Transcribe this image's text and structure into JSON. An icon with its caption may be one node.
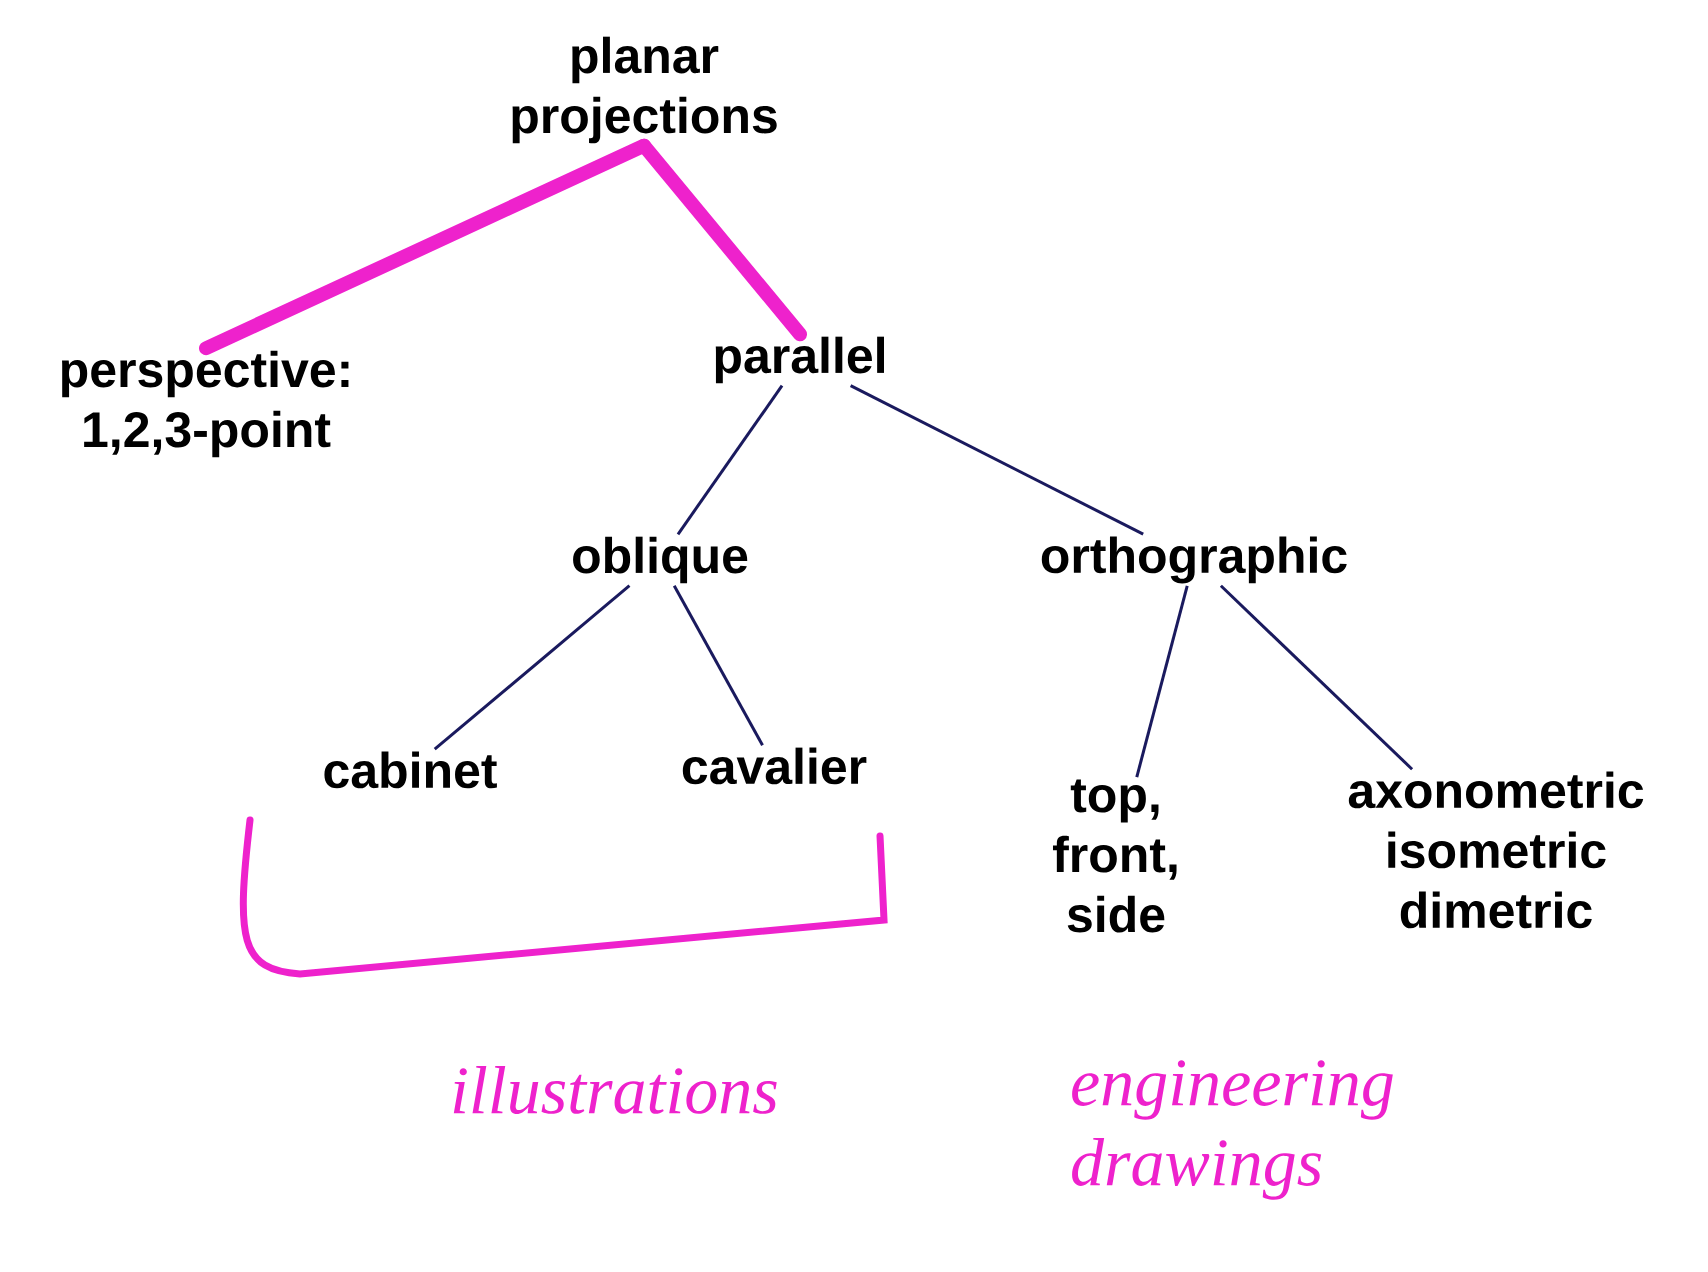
{
  "diagram": {
    "nodes": [
      {
        "text": [
          "planar projections"
        ]
      },
      {
        "text": [
          "perspective: 1,2,3-point"
        ]
      },
      {
        "text": [
          "parallel"
        ]
      },
      {
        "text": [
          "oblique"
        ]
      },
      {
        "text": [
          "orthographic"
        ]
      },
      {
        "text": [
          "cabinet"
        ]
      },
      {
        "text": [
          "cavalier"
        ]
      },
      {
        "text": [
          "top, front, side"
        ]
      },
      {
        "text": [
          "axonometric isometric dimetric"
        ]
      }
    ],
    "edges": [
      {
        "from": 0,
        "to": 1,
        "arrow": "none",
        "style": "thick",
        "color": "#ee22cc"
      },
      {
        "from": 0,
        "to": 2,
        "arrow": "none",
        "style": "thick",
        "color": "#ee22cc"
      },
      {
        "from": 2,
        "to": 3,
        "arrow": "none"
      },
      {
        "from": 2,
        "to": 4,
        "arrow": "none"
      },
      {
        "from": 3,
        "to": 5,
        "arrow": "none"
      },
      {
        "from": 3,
        "to": 6,
        "arrow": "none"
      },
      {
        "from": 4,
        "to": 7,
        "arrow": "none"
      },
      {
        "from": 4,
        "to": 8,
        "arrow": "none"
      }
    ],
    "labels": [
      "illustrations",
      "engineering drawings"
    ]
  }
}
